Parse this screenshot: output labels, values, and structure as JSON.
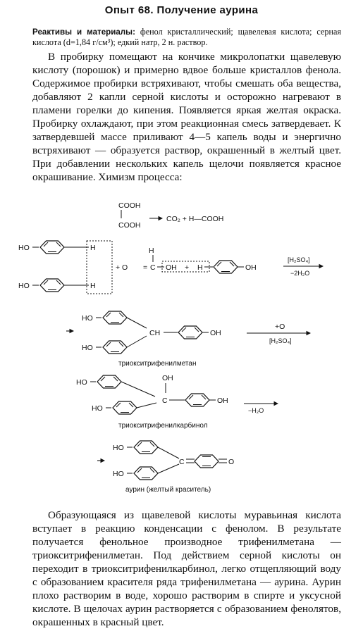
{
  "title": "Опыт 68. Получение аурина",
  "reagents": {
    "label": "Реактивы и материалы:",
    "text": "фенол кристаллический; щавелевая кислота; серная кислота (d=1,84 г/см³); едкий натр, 2 н. раствор."
  },
  "paragraph1": "В пробирку помещают на кончике микролопатки щавелевую кислоту (порошок) и примерно вдвое больше кристаллов фенола. Содержимое пробирки встряхивают, чтобы смешать оба вещества, добавляют 2 капли серной кислоты и осторожно нагревают в пламени горелки до кипения. Появляется яркая желтая окраска. Пробирку охлаждают, при этом реакционная смесь затвердевает. К затвердевшей массе приливают 4—5 капель воды и энергично встряхивают — образуется раствор, окрашенный в желтый цвет. При добавлении нескольких капель щелочи появляется красное окрашивание. Химизм процесса:",
  "scheme": {
    "oxalic_top": "COOH",
    "oxalic_bottom": "COOH",
    "decomposition_products": "CO₂ + H—COOH",
    "ho": "HO",
    "h": "H",
    "oh": "OH",
    "plus_o": "+ O",
    "c": "C",
    "plus": "+",
    "ch": "CH",
    "o": "O",
    "step1_above": "[H₂SO₄]",
    "step1_below": "−2H₂O",
    "step2_above": "+O",
    "step2_below": "[H₂SO₄]",
    "step3_below": "−H₂O",
    "caption_triphenylmethane": "триокситрифенилметан",
    "caption_carbinol": "триокситрифенилкарбинол",
    "caption_aurin": "аурин (желтый краситель)"
  },
  "paragraph2": "Образующаяся из щавелевой кислоты муравьиная кислота вступает в реакцию конденсации с фенолом. В результате получается фенольное производное трифенилметана — триокситрифенилметан. Под действием серной кислоты он переходит в триокситрифенилкарбинол, легко отщепляющий воду с образованием красителя ряда трифенилметана — аурина. Аурин плохо растворим в воде, хорошо растворим в спирте и уксусной кислоте. В щелочах аурин растворяется с образованием фенолятов, окрашенных в красный цвет."
}
